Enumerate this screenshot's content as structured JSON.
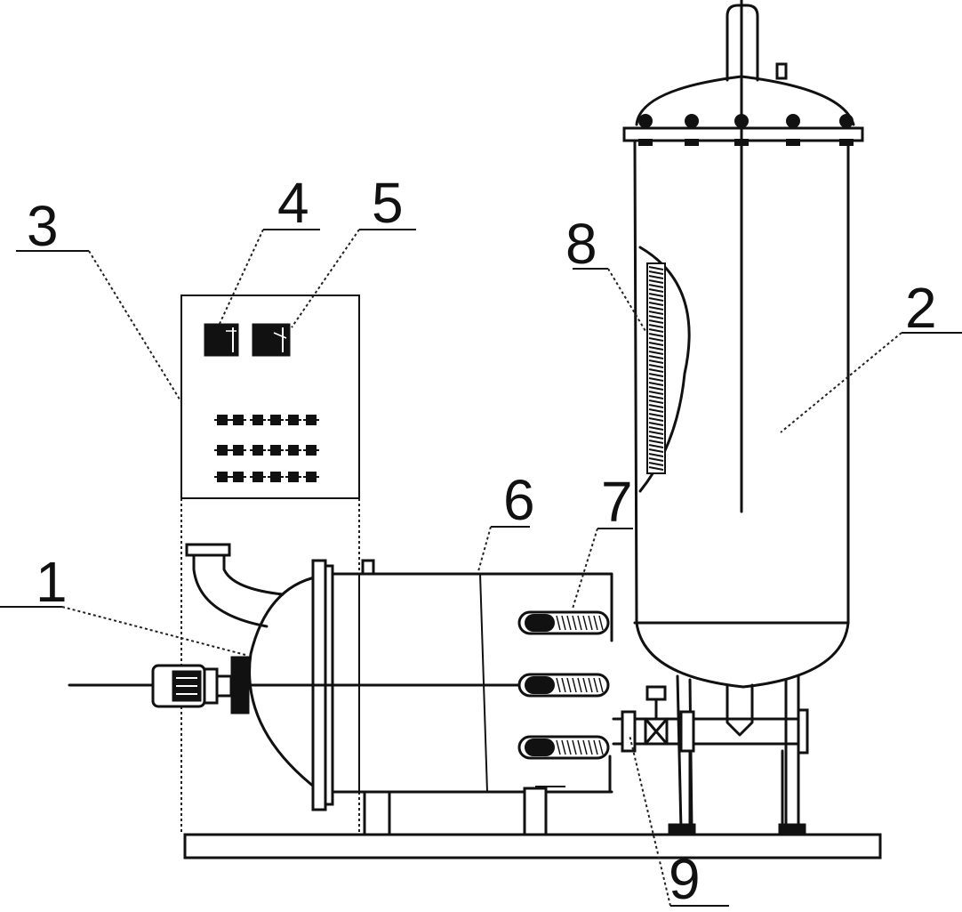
{
  "labels": {
    "l1": "1",
    "l2": "2",
    "l3": "3",
    "l4": "4",
    "l5": "5",
    "l6": "6",
    "l7": "7",
    "l8": "8",
    "l9": "9"
  },
  "colors": {
    "ink": "#111111",
    "paper": "#ffffff"
  }
}
